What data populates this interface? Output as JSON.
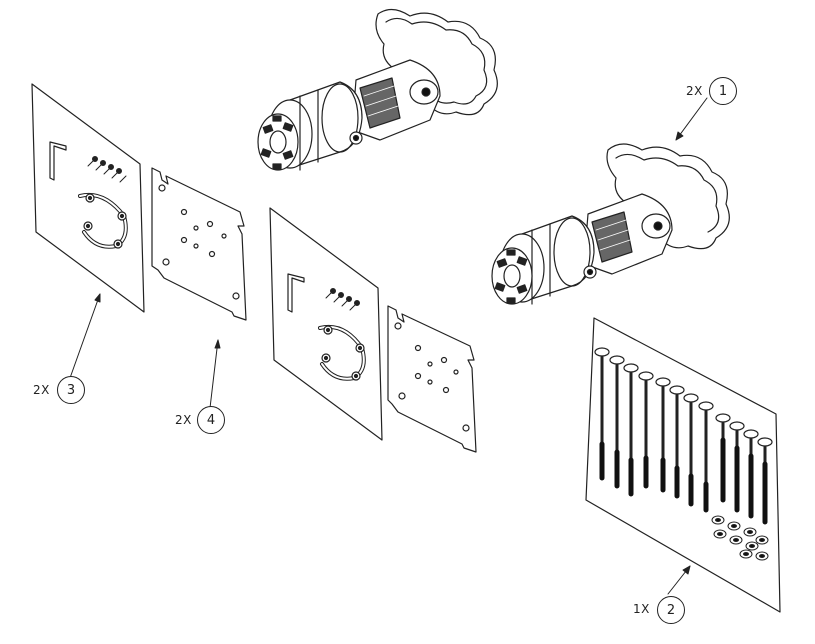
{
  "callouts": [
    {
      "qty": "2X",
      "num": "1"
    },
    {
      "qty": "1X",
      "num": "2"
    },
    {
      "qty": "2X",
      "num": "3"
    },
    {
      "qty": "2X",
      "num": "4"
    }
  ],
  "colors": {
    "line": "#222222",
    "fill": "#ffffff",
    "dark": "#111111",
    "mesh": "#555555"
  }
}
